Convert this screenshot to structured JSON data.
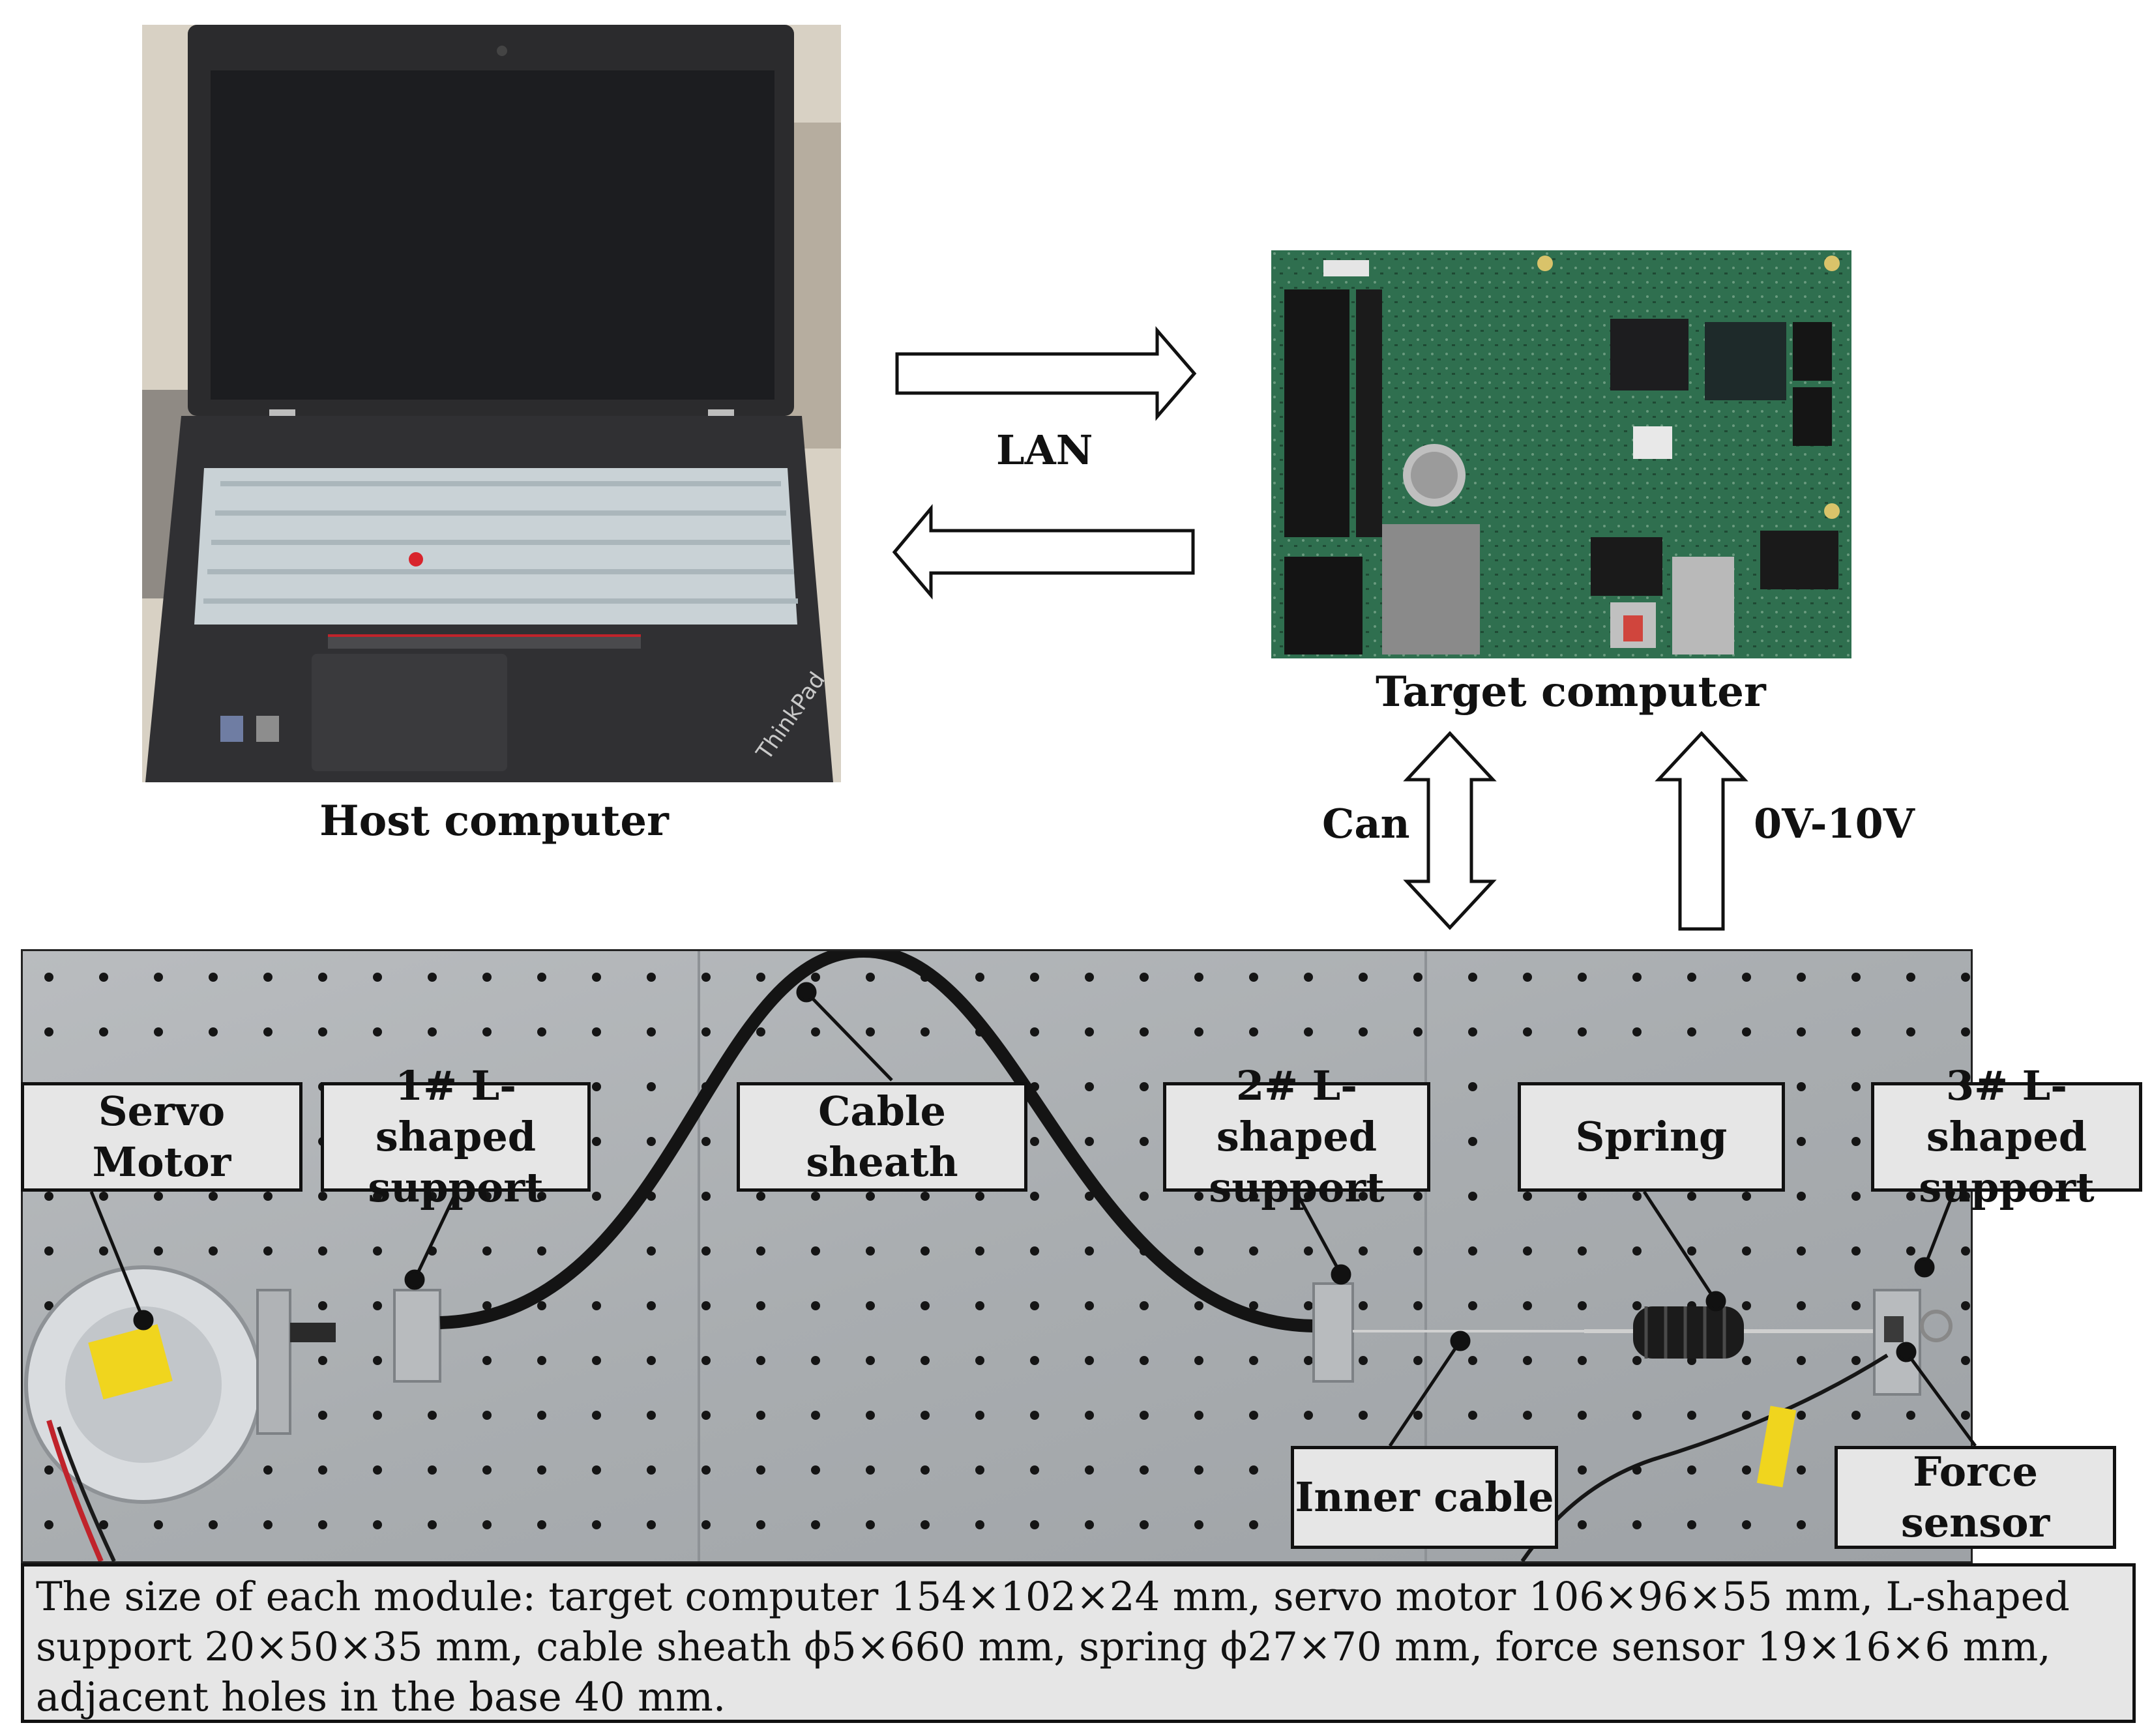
{
  "host": {
    "caption": "Host computer"
  },
  "target": {
    "caption": "Target computer"
  },
  "links": {
    "lan": "LAN",
    "can": "Can",
    "voltage": "0V-10V"
  },
  "callouts": {
    "servo_motor": "Servo Motor",
    "support_1": "1# L-shaped\nsupport",
    "cable_sheath": "Cable sheath",
    "support_2": "2# L-shaped\nsupport",
    "spring": "Spring",
    "support_3": "3# L-shaped\nsupport",
    "inner_cable": "Inner cable",
    "force_sensor": "Force sensor"
  },
  "laptop_logo": "ThinkPad",
  "note": "The size of each module: target computer 154×102×24 mm, servo motor 106×96×55 mm, L-shaped support 20×50×35 mm, cable sheath ϕ5×660 mm, spring ϕ27×70 mm, force sensor 19×16×6 mm, adjacent holes in the base 40 mm."
}
